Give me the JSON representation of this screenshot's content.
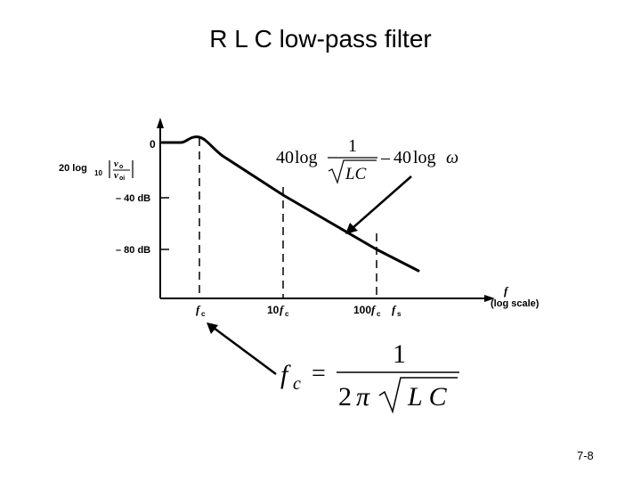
{
  "title": "R L C low-pass filter",
  "page_number": "7-8",
  "y_axis": {
    "label_prefix": "20 log",
    "label_sub": "10",
    "ratio_num": "v",
    "ratio_num_sub": "o",
    "ratio_den": "v",
    "ratio_den_sub": "oi",
    "ticks": [
      "0",
      "– 40 dB",
      "– 80 dB"
    ]
  },
  "x_axis": {
    "ticks": [
      {
        "pre": "",
        "f": "f",
        "sub": "c"
      },
      {
        "pre": "10",
        "f": "f",
        "sub": "c"
      },
      {
        "pre": "100",
        "f": "f",
        "sub": "c"
      },
      {
        "pre": "",
        "f": "f",
        "sub": "s"
      }
    ],
    "var": "f",
    "scale_note": "(log scale)"
  },
  "formula_slope": {
    "coef1": "40",
    "log1": "log",
    "numerator": "1",
    "sqrt_arg": "LC",
    "minus": "–",
    "coef2": "40",
    "log2": "log",
    "omega": "ω"
  },
  "formula_fc": {
    "lhs_f": "f",
    "lhs_sub": "c",
    "equals": "=",
    "numerator": "1",
    "den_two": "2",
    "den_pi": "π",
    "sqrt_arg": "L C"
  }
}
